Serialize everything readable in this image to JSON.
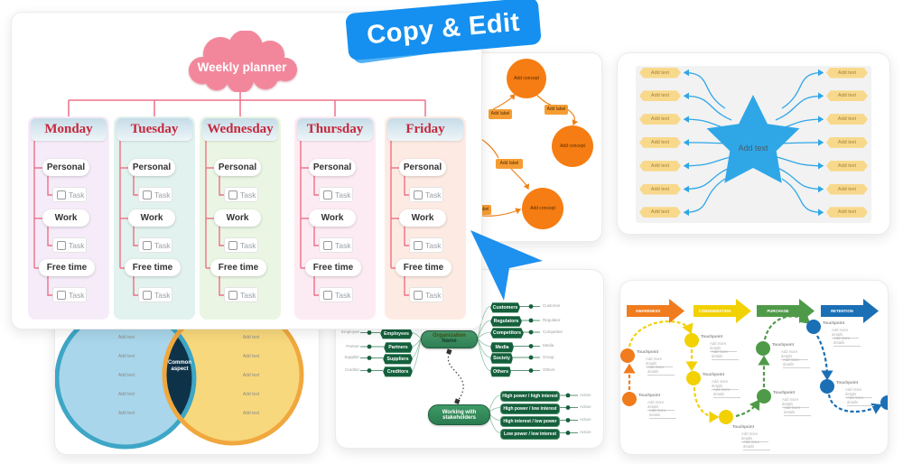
{
  "banner": {
    "label": "Copy & Edit"
  },
  "planner": {
    "title": "Weekly planner",
    "days": [
      {
        "name": "Monday",
        "bg": "#f6ecf9"
      },
      {
        "name": "Tuesday",
        "bg": "#e2f2ee"
      },
      {
        "name": "Wednesday",
        "bg": "#eaf6e3"
      },
      {
        "name": "Thursday",
        "bg": "#fdebf3"
      },
      {
        "name": "Friday",
        "bg": "#fdebe3"
      }
    ],
    "categories": [
      "Personal",
      "Work",
      "Free time"
    ],
    "task_label": "Task"
  },
  "concept_map": {
    "circle_label": "Add concept",
    "edge_label": "Add label"
  },
  "star_map": {
    "center_label": "Add text",
    "tag_label": "Add text",
    "tags_per_side": 7
  },
  "venn": {
    "overlap_label_line1": "Common",
    "overlap_label_line2": "aspect",
    "item_label": "Add text",
    "items_per_circle": 5
  },
  "stakeholders": {
    "center_line1": "Organization",
    "center_line2": "Name",
    "left_branches": [
      {
        "node": "Employees",
        "leaf": "Employee"
      },
      {
        "node": "Partners",
        "leaf": "Partner"
      },
      {
        "node": "Suppliers",
        "leaf": "Supplier"
      },
      {
        "node": "Creditors",
        "leaf": "Creditor"
      }
    ],
    "right_branches": [
      {
        "node": "Customers",
        "leaf": "Customer"
      },
      {
        "node": "Regulators",
        "leaf": "Regulator"
      },
      {
        "node": "Competitors",
        "leaf": "Competitor"
      },
      {
        "node": "Media",
        "leaf": "Media"
      },
      {
        "node": "Society",
        "leaf": "Group"
      },
      {
        "node": "Others",
        "leaf": "Others"
      }
    ],
    "sub_center_line1": "Working with",
    "sub_center_line2": "stakeholders",
    "sub_branches": [
      {
        "node": "High power / high interest",
        "leaf": "Action"
      },
      {
        "node": "High power / low interest",
        "leaf": "Action"
      },
      {
        "node": "High interest / low power",
        "leaf": "Action"
      },
      {
        "node": "Low power / low interest",
        "leaf": "Action"
      }
    ]
  },
  "journey": {
    "stages": [
      "AWARENESS",
      "CONSIDERATION",
      "PURCHASE",
      "RETENTION"
    ],
    "stage_colors": [
      "#f07c1e",
      "#f2d105",
      "#4f9a48",
      "#1a6fb5"
    ],
    "touchpoint_label": "Touchpoint",
    "detail_label": "Add more details"
  },
  "colors": {
    "banner_blue": "#1590f0",
    "cloud_pink": "#f2879c",
    "connector_pink": "#ed7087",
    "day_name_red": "#c5283c",
    "concept_orange": "#f57d13",
    "star_blue": "#2fa7e7",
    "tag_yellow": "#f8d98c",
    "venn_left_fill": "#a9d6ea",
    "venn_left_stroke": "#3ea6c6",
    "venn_right_fill": "#f8d87c",
    "venn_right_stroke": "#f0a83e",
    "venn_overlap": "#0e3349",
    "stakeholder_green": "#14603c",
    "cursor_blue": "#1e90ee"
  }
}
